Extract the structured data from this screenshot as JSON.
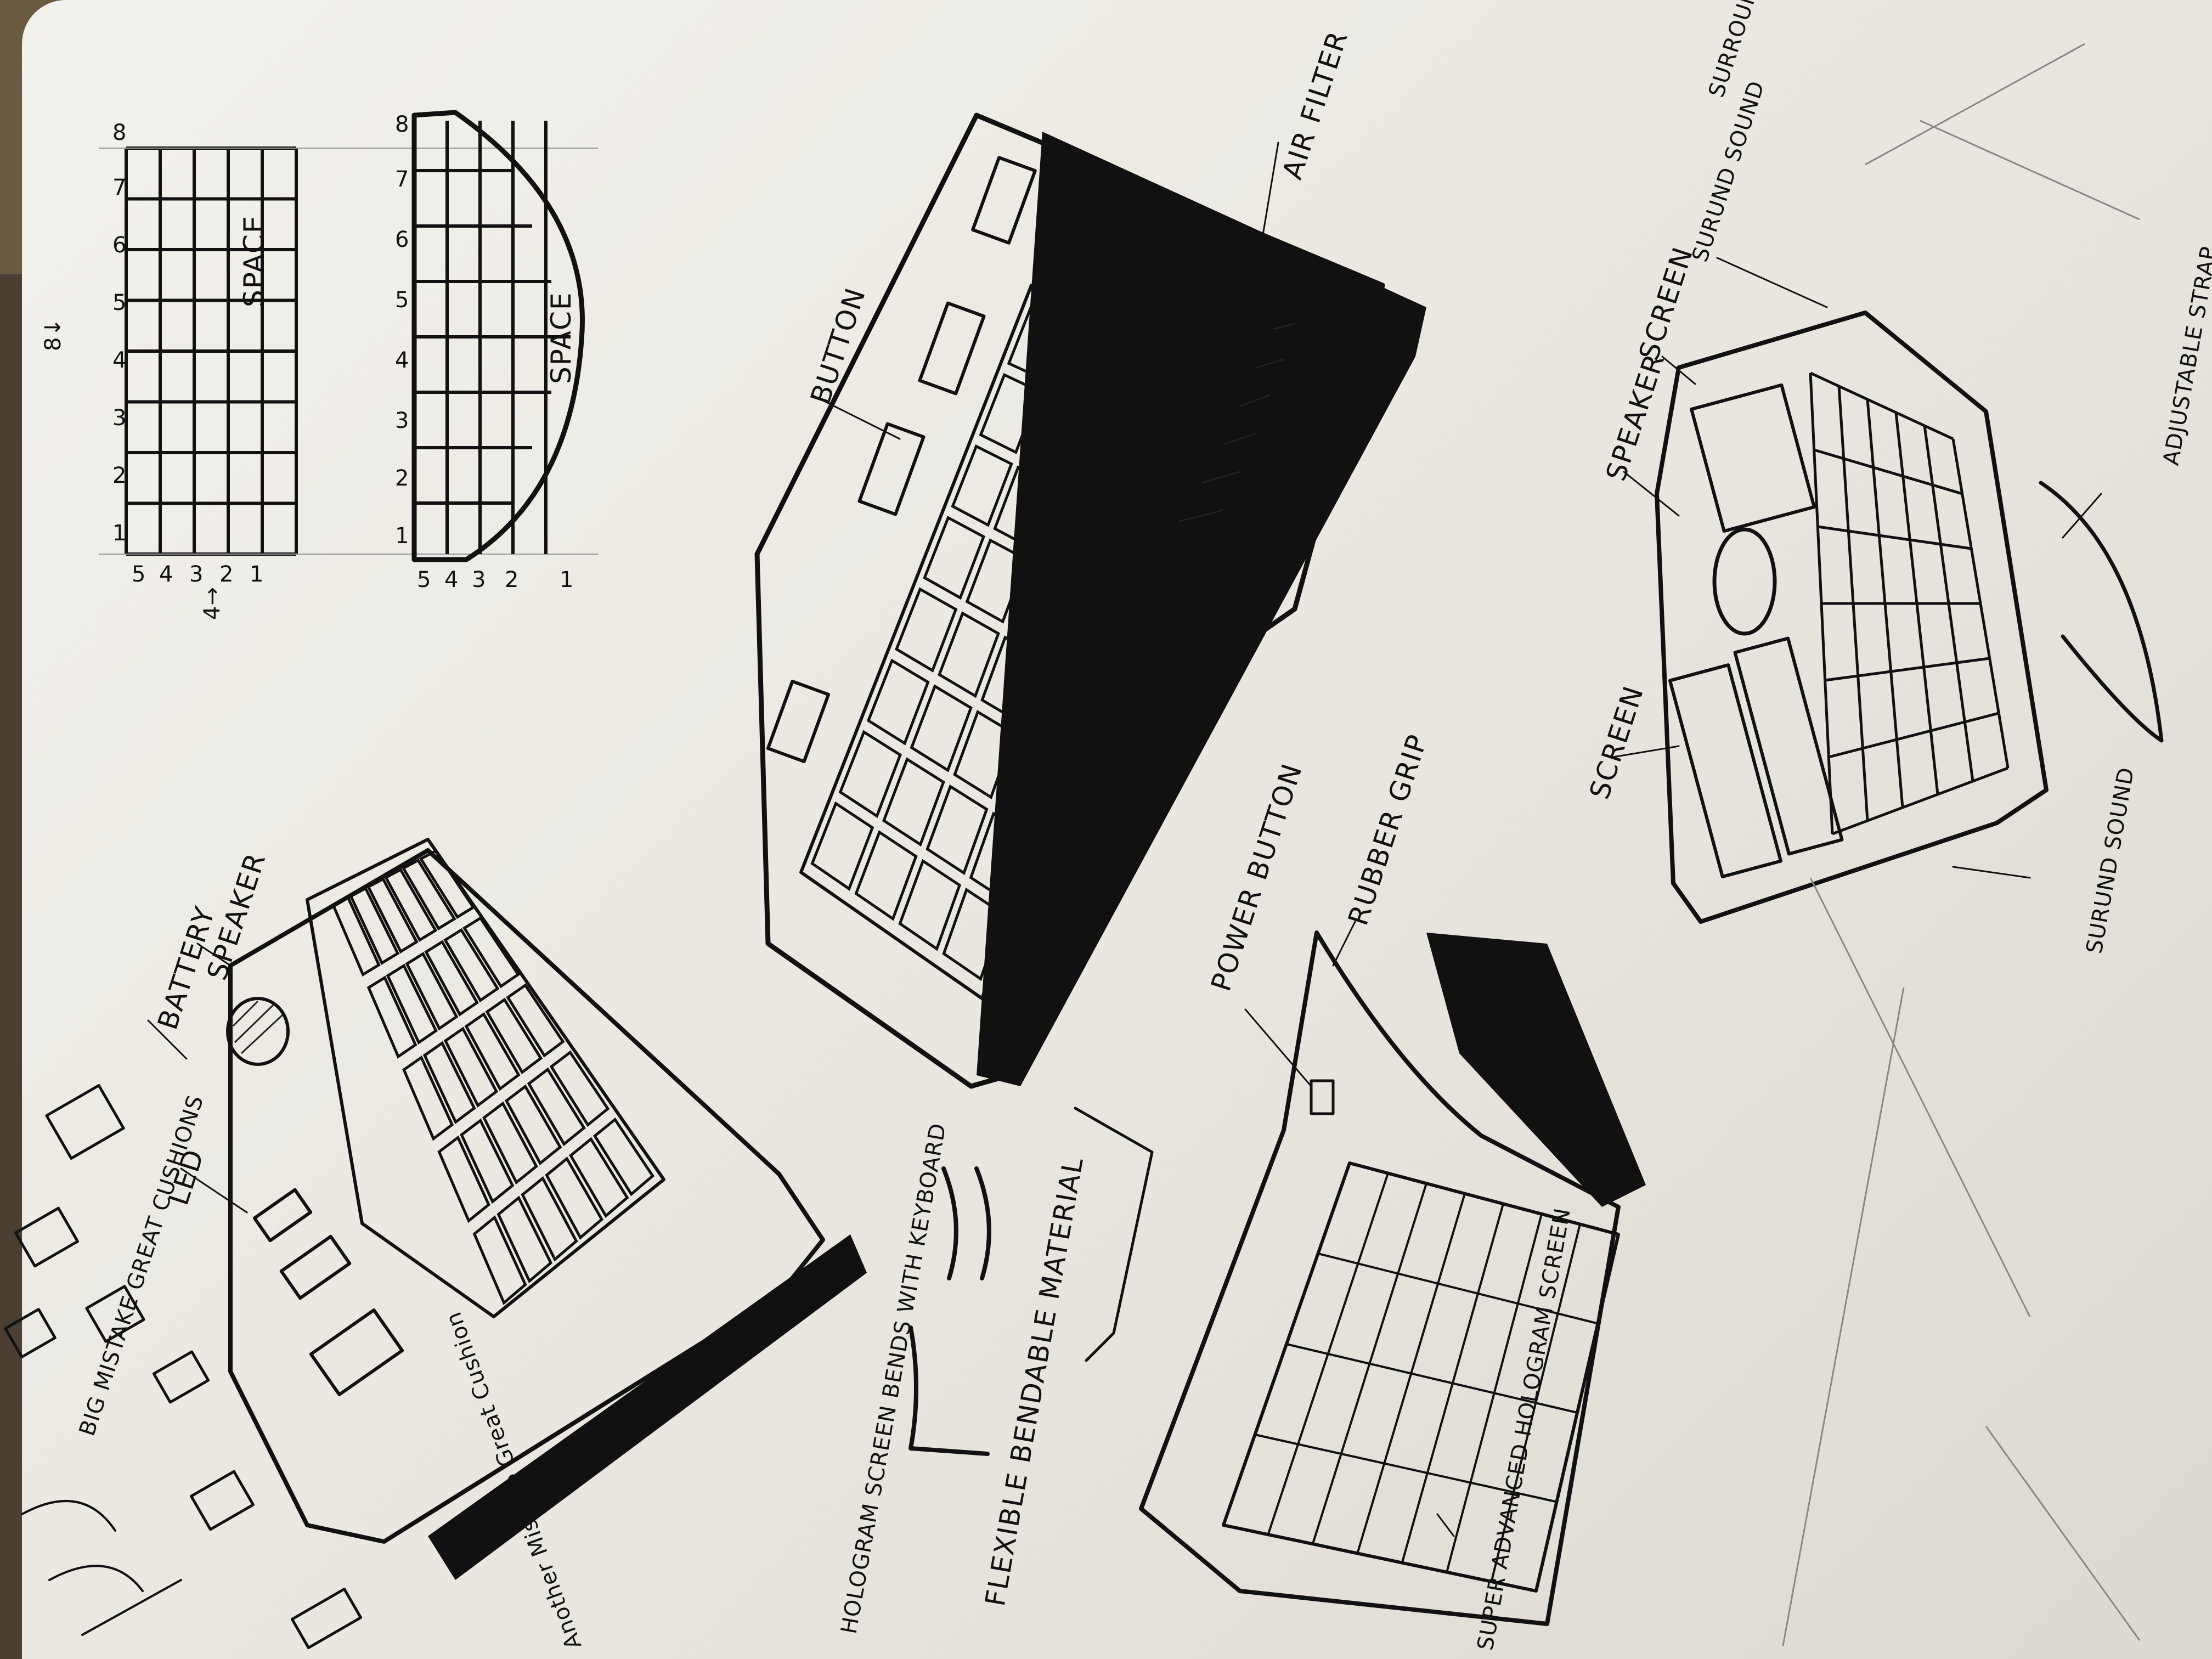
{
  "colors": {
    "paper": "#f1efea",
    "ink": "#111111",
    "pencil": "#888888"
  },
  "grids": {
    "flat": {
      "space_label": "SPACE",
      "col_numbers": [
        "1",
        "2",
        "3",
        "4",
        "5",
        "6",
        "7",
        "8"
      ],
      "row_numbers": [
        "5",
        "4",
        "3",
        "2",
        "1"
      ],
      "top_note": "8↓",
      "side_note": "4→"
    },
    "curved": {
      "space_label": "SPACE",
      "col_numbers": [
        "1",
        "2",
        "3",
        "4",
        "5",
        "6",
        "7",
        "8"
      ],
      "row_numbers": [
        "5",
        "4",
        "3",
        "2",
        "1"
      ]
    }
  },
  "labels": {
    "battery": "BATTERY",
    "speaker_left": "SPEAKER",
    "led": "LED",
    "big_mistake": "BIG MISTAKE GREAT CUSHIONS",
    "another_mistake": "Another Mistake Great Cushion",
    "button": "BUTTON",
    "air_filter": "AIR FILTER",
    "speaker_right": "SPEAKER",
    "screen_right": "SCREEN",
    "surround_top": "SURUND SOUND",
    "adjustable": "ADJUSTABLE STRAP",
    "screen_left": "SCREEN",
    "surround_bottom": "SURUND SOUND",
    "power_button": "POWER BUTTON",
    "rubber_grip": "RUBBER GRIP",
    "hologram_bends": "HOLOGRAM SCREEN BENDS WITH KEYBOARD",
    "flexible": "FLEXIBLE BENDABLE MATERIAL",
    "super_advanced": "SUPER ADVANCED HOLOGRAM SCREEN",
    "top_right_note": "SURROUND (ARM)"
  }
}
